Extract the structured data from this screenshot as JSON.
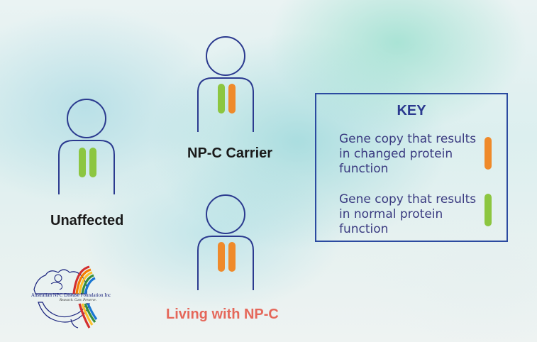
{
  "people": [
    {
      "name": "Unaffected",
      "label": "Unaffected",
      "genes": [
        "normal",
        "normal"
      ]
    },
    {
      "name": "NP-C Carrier",
      "label": "NP-C Carrier",
      "genes": [
        "normal",
        "changed"
      ]
    },
    {
      "name": "Living with NP-C",
      "label": "Living with NP-C",
      "genes": [
        "changed",
        "changed"
      ]
    }
  ],
  "key": {
    "title": "KEY",
    "items": [
      {
        "text": "Gene copy that results in changed protein function",
        "color": "#ef8a2a"
      },
      {
        "text": "Gene copy that results in normal protein function",
        "color": "#8cc640"
      }
    ]
  },
  "logo": {
    "name": "Australian NPC Disease Foundation Inc",
    "tagline": "Research. Cure. Preserve."
  },
  "colors": {
    "outline": "#2b3a8f",
    "normal": "#8cc640",
    "changed": "#ef8a2a",
    "living_label": "#e5675a"
  }
}
